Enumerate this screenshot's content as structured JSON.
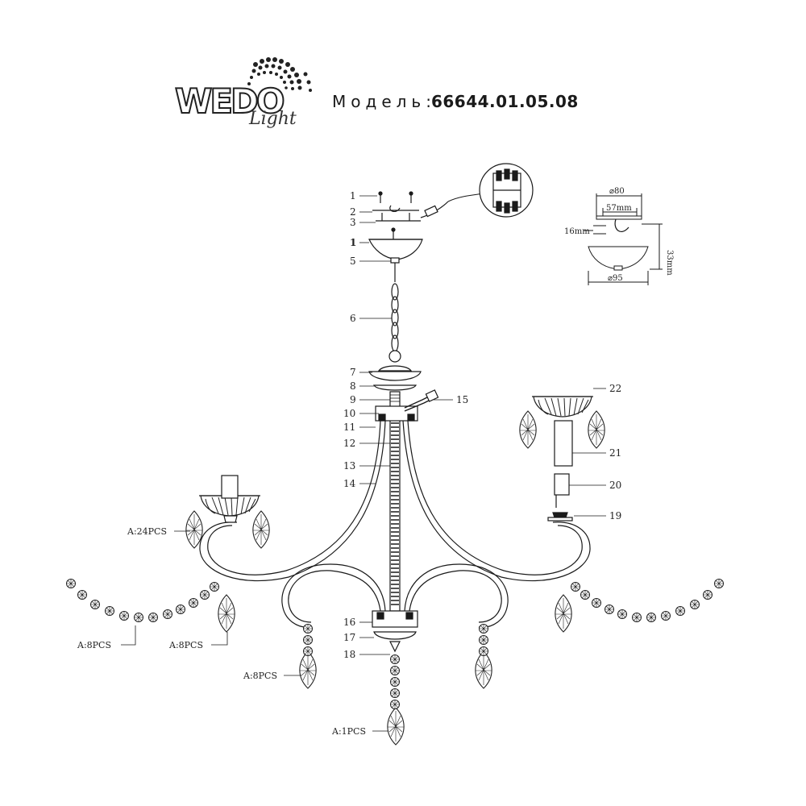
{
  "header": {
    "brand_main": "WEDO",
    "brand_script": "Light",
    "model_label": "Модель",
    "model_separator": ":",
    "model_number": "66644.01.05.08"
  },
  "parts": [
    {
      "num": "1"
    },
    {
      "num": "2"
    },
    {
      "num": "3"
    },
    {
      "num": "1"
    },
    {
      "num": "5"
    },
    {
      "num": "6"
    },
    {
      "num": "7"
    },
    {
      "num": "8"
    },
    {
      "num": "9"
    },
    {
      "num": "10"
    },
    {
      "num": "11"
    },
    {
      "num": "12"
    },
    {
      "num": "13"
    },
    {
      "num": "14"
    },
    {
      "num": "15"
    },
    {
      "num": "16"
    },
    {
      "num": "17"
    },
    {
      "num": "18"
    },
    {
      "num": "19"
    },
    {
      "num": "20"
    },
    {
      "num": "21"
    },
    {
      "num": "22"
    }
  ],
  "crystal_labels": [
    {
      "text": "A:24PCS"
    },
    {
      "text": "A:8PCS"
    },
    {
      "text": "A:8PCS"
    },
    {
      "text": "A:8PCS"
    },
    {
      "text": "A:1PCS"
    }
  ],
  "dimensions": {
    "top_diameter": "⌀80",
    "inner_width": "57mm",
    "hook_height": "16mm",
    "canopy_height": "33mm",
    "bottom_diameter": "⌀95"
  },
  "colors": {
    "line": "#1a1a1a",
    "background": "#ffffff"
  }
}
